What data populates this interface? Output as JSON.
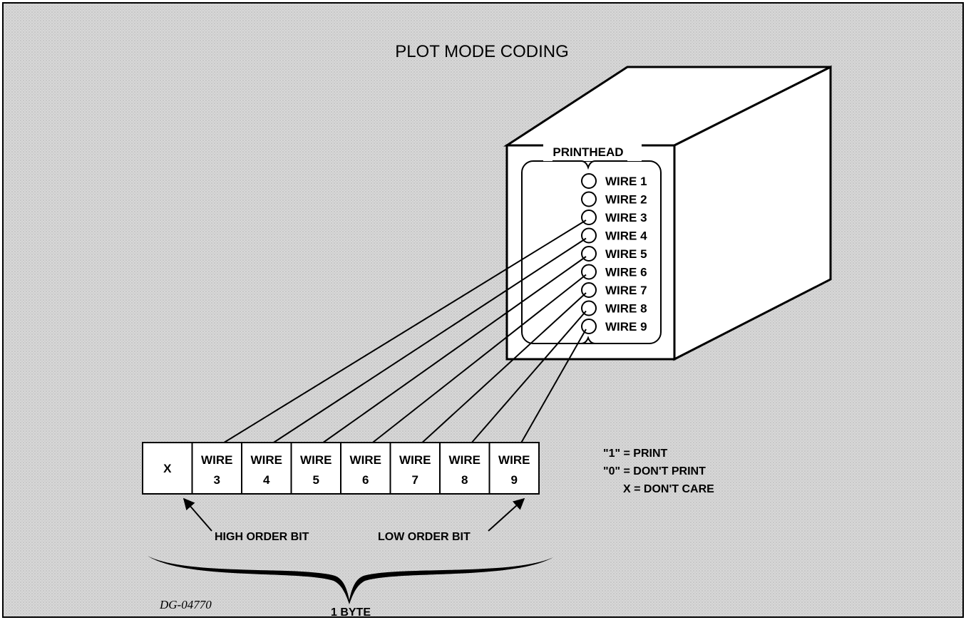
{
  "title": "PLOT MODE CODING",
  "printhead": {
    "label": "PRINTHEAD",
    "wires": [
      "WIRE 1",
      "WIRE 2",
      "WIRE 3",
      "WIRE 4",
      "WIRE 5",
      "WIRE 6",
      "WIRE 7",
      "WIRE 8",
      "WIRE 9"
    ]
  },
  "byte_cells": [
    {
      "top": "X",
      "bottom": ""
    },
    {
      "top": "WIRE",
      "bottom": "3"
    },
    {
      "top": "WIRE",
      "bottom": "4"
    },
    {
      "top": "WIRE",
      "bottom": "5"
    },
    {
      "top": "WIRE",
      "bottom": "6"
    },
    {
      "top": "WIRE",
      "bottom": "7"
    },
    {
      "top": "WIRE",
      "bottom": "8"
    },
    {
      "top": "WIRE",
      "bottom": "9"
    }
  ],
  "legend": {
    "line1": "\"1\" = PRINT",
    "line2": "\"0\" = DON'T PRINT",
    "line3": "X  = DON'T CARE"
  },
  "high_order_label": "HIGH ORDER BIT",
  "low_order_label": "LOW ORDER BIT",
  "byte_label": "1 BYTE",
  "figure_code": "DG-04770",
  "colors": {
    "background": "#dcdcdc",
    "ink": "#000000",
    "paper": "#ffffff"
  }
}
